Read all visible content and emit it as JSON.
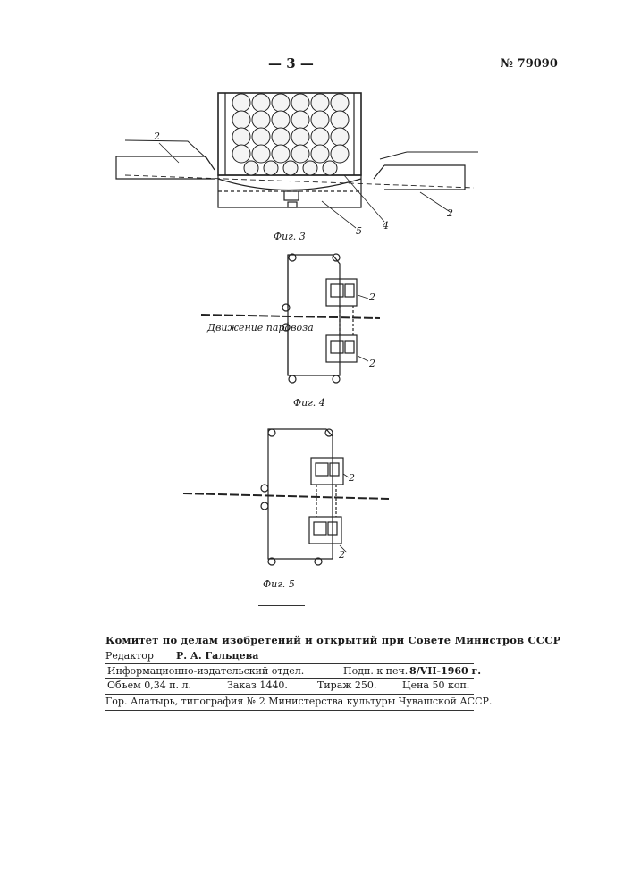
{
  "header": {
    "page_number": "— 3 —",
    "patent_number": "№ 79090"
  },
  "figures": {
    "fig3": {
      "caption": "Фиг. 3",
      "labels": [
        "2",
        "4",
        "5",
        "2"
      ]
    },
    "fig4": {
      "caption": "Фиг. 4",
      "labels": [
        "2",
        "2"
      ],
      "motion_text": "Движение паровоза"
    },
    "fig5": {
      "caption": "Фиг. 5",
      "labels": [
        "2",
        "2"
      ]
    }
  },
  "imprint": {
    "committee": "Комитет по делам изобретений и открытий при Совете Министров СССР",
    "editor_label": "Редактор",
    "editor_name": "Р. А. Гальцева",
    "department": "Информационно-издательский отдел.",
    "signed_label": "Подп. к печ.",
    "signed_date": "8/VII-1960 г.",
    "volume": "Объем 0,34 п. л.",
    "order": "Заказ 1440.",
    "print_run": "Тираж 250.",
    "price": "Цена 50 коп.",
    "printing_house": "Гор. Алатырь, типография № 2 Министерства культуры Чувашской АССР."
  }
}
